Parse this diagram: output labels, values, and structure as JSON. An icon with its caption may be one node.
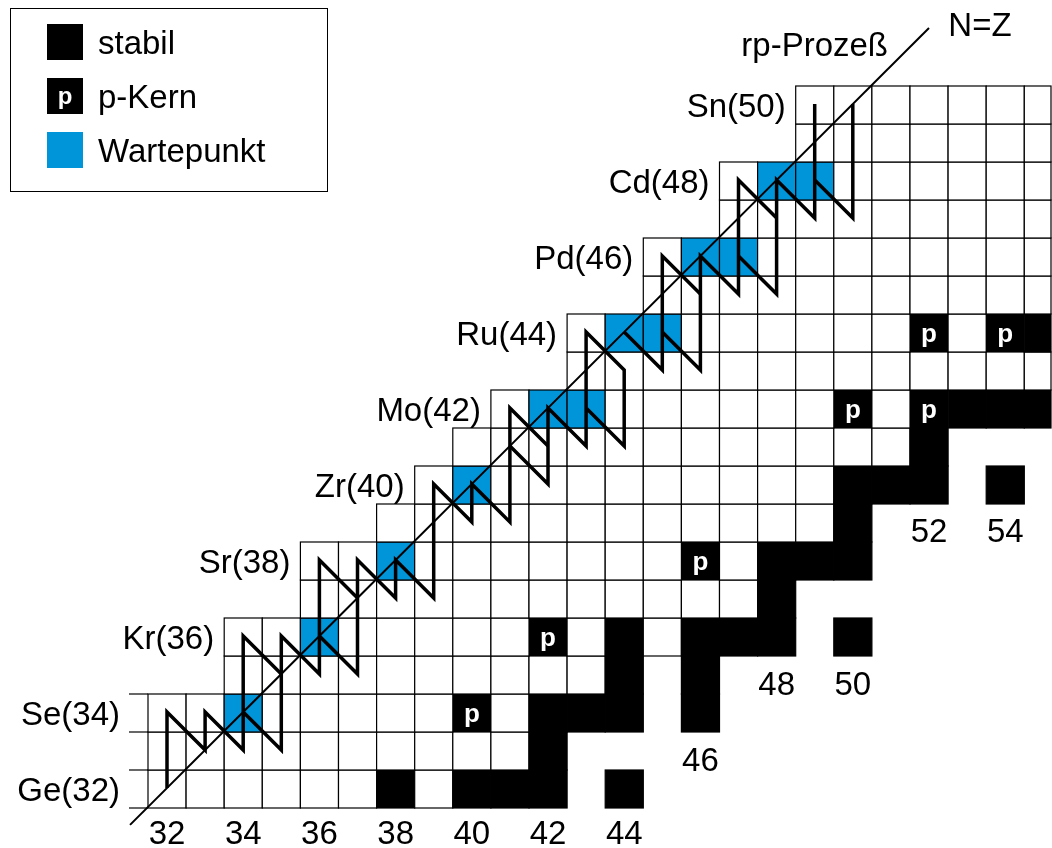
{
  "diagram": {
    "nodes": [
      {
        "text": [
          "p"
        ]
      },
      {
        "text": [
          "p"
        ]
      },
      {
        "text": [
          "p"
        ]
      },
      {
        "text": [
          "p"
        ]
      },
      {
        "text": [
          "p"
        ]
      },
      {
        "text": [
          "p"
        ]
      },
      {
        "text": [
          "p"
        ]
      }
    ],
    "labels": [
      "p",
      "rp-Prozeß",
      "N=Z",
      "Sn(50)",
      "Cd(48)",
      "Pd(46)",
      "Ru(44)",
      "Mo(42)",
      "Zr(40)",
      "52",
      "54",
      "Sr(38)",
      "Kr(36)",
      "48",
      "50",
      "Se(34)",
      "46",
      "Ge(32)",
      "32",
      "34",
      "36",
      "38",
      "40",
      "42",
      "44"
    ],
    "legend": [
      {
        "text": "stabil",
        "color": "#000000"
      },
      {
        "text": "p-Kern",
        "color": "#000000"
      },
      {
        "text": "Wartepunkt",
        "color": "#0095d9"
      }
    ]
  }
}
